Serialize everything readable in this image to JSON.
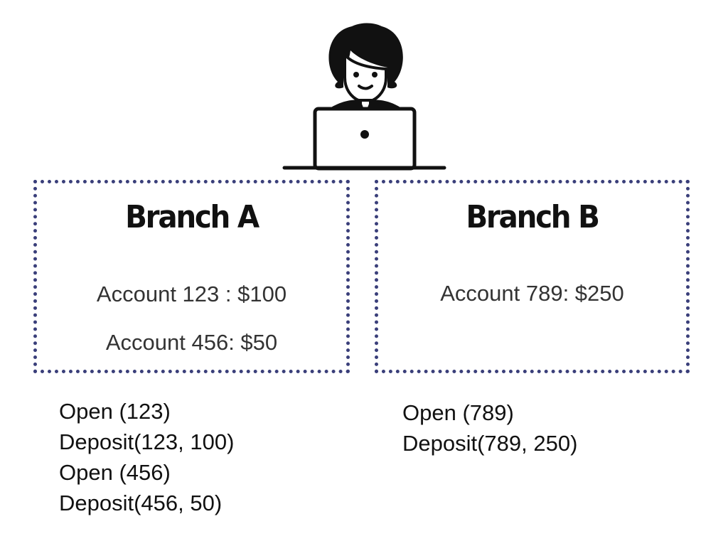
{
  "user_icon": "person-at-laptop-icon",
  "branches": [
    {
      "title": "Branch A",
      "accounts": [
        "Account 123 : $100",
        "Account 456: $50"
      ],
      "operations": [
        "Open (123)",
        "Deposit(123, 100)",
        "Open (456)",
        "Deposit(456, 50)"
      ]
    },
    {
      "title": "Branch B",
      "accounts": [
        "Account 789: $250"
      ],
      "operations": [
        "Open (789)",
        "Deposit(789, 250)"
      ]
    }
  ],
  "colors": {
    "box_border": "#3a3f7a",
    "text": "#111111",
    "account_text": "#333333"
  }
}
